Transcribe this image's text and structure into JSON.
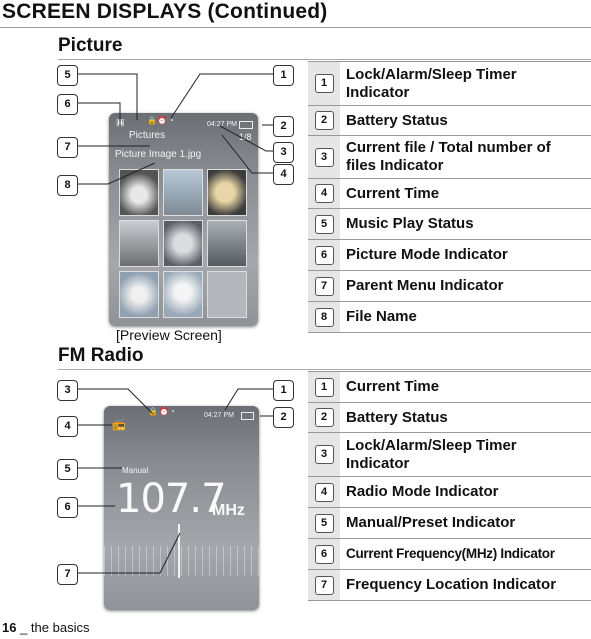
{
  "page_title": "SCREEN DISPLAYS (Continued)",
  "picture": {
    "heading": "Picture",
    "screen": {
      "menu_label": "Pictures",
      "time": "04:27 PM",
      "file_count": "1/8",
      "file_name": "Picture Image 1.jpg"
    },
    "caption": "[Preview Screen]",
    "legend": [
      {
        "num": "1",
        "label": "Lock/Alarm/Sleep Timer Indicator"
      },
      {
        "num": "2",
        "label": "Battery Status"
      },
      {
        "num": "3",
        "label": "Current file / Total number of files Indicator"
      },
      {
        "num": "4",
        "label": "Current Time"
      },
      {
        "num": "5",
        "label": "Music Play Status"
      },
      {
        "num": "6",
        "label": "Picture Mode Indicator"
      },
      {
        "num": "7",
        "label": "Parent Menu Indicator"
      },
      {
        "num": "8",
        "label": "File Name"
      }
    ],
    "callouts": [
      "5",
      "6",
      "7",
      "8",
      "1",
      "2",
      "3",
      "4"
    ]
  },
  "fm": {
    "heading": "FM Radio",
    "screen": {
      "time": "04:27 PM",
      "mode": "Manual",
      "frequency": "107.7",
      "unit": "MHz"
    },
    "legend": [
      {
        "num": "1",
        "label": "Current Time"
      },
      {
        "num": "2",
        "label": "Battery Status"
      },
      {
        "num": "3",
        "label": "Lock/Alarm/Sleep Timer Indicator"
      },
      {
        "num": "4",
        "label": "Radio Mode Indicator"
      },
      {
        "num": "5",
        "label": "Manual/Preset Indicator"
      },
      {
        "num": "6",
        "label": "Current Frequency(MHz) Indicator"
      },
      {
        "num": "7",
        "label": "Frequency Location Indicator"
      }
    ],
    "callouts": [
      "3",
      "4",
      "5",
      "6",
      "7",
      "1",
      "2"
    ]
  },
  "footer": {
    "page_number": "16",
    "text": "_ the basics"
  },
  "colors": {
    "screen": "#8a8e93",
    "legend_num_bg": "#e6e6e6",
    "rule": "#999999"
  },
  "icons": [
    "lock-icon",
    "alarm-icon",
    "sleep-timer-icon",
    "battery-icon",
    "picture-mode-icon",
    "radio-icon"
  ]
}
